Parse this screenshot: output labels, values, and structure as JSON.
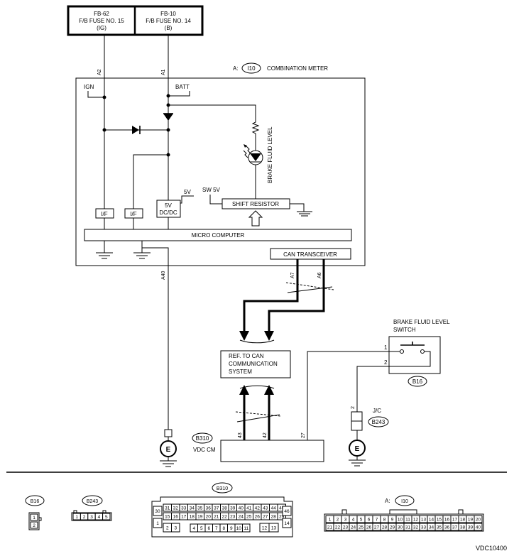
{
  "fuses": {
    "left": {
      "name": "FB-62",
      "desc": "F/B FUSE NO. 15",
      "note": "(IG)"
    },
    "right": {
      "name": "FB-10",
      "desc": "F/B FUSE NO. 14",
      "note": "(B)"
    }
  },
  "meter": {
    "prefix": "A:",
    "connector": "I10",
    "title": "COMBINATION METER"
  },
  "pins": {
    "a2": "A2",
    "a1": "A1",
    "a40": "A40",
    "a7": "A7",
    "a6": "A6",
    "p43": "43",
    "p42": "42",
    "p27": "27",
    "p1": "1",
    "p2": "2",
    "p2jc": "2"
  },
  "labels": {
    "ign": "IGN",
    "batt": "BATT",
    "brake_level": "BRAKE FLUID LEVEL",
    "sw5v": "SW 5V",
    "v5": "5V",
    "dcdc_1": "5V",
    "dcdc_2": "DC/DC",
    "if1": "I/F",
    "if2": "I/F",
    "shift": "SHIFT RESISTOR",
    "micro": "MICRO COMPUTER",
    "can": "CAN TRANSCEIVER",
    "ref_1": "REF. TO CAN",
    "ref_2": "COMMUNICATION",
    "ref_3": "SYSTEM",
    "bfl_1": "BRAKE FLUID LEVEL",
    "bfl_2": "SWITCH",
    "b16": "B16",
    "jc": "J/C",
    "b243": "B243",
    "b310": "B310",
    "vdc": "VDC CM",
    "e": "E"
  },
  "legend": {
    "b16": "B16",
    "b243": "B243",
    "b310": "B310",
    "i10_prefix": "A:",
    "i10": "I10",
    "b16_pins": [
      "1",
      "2"
    ],
    "b243_pins": [
      "1",
      "2",
      "3",
      "4",
      "5"
    ],
    "b310_row1": [
      "31",
      "32",
      "33",
      "34",
      "35",
      "36",
      "37",
      "38",
      "39",
      "40",
      "41",
      "42",
      "43",
      "44",
      "45"
    ],
    "b310_row2": [
      "15",
      "16",
      "17",
      "18",
      "19",
      "20",
      "21",
      "22",
      "23",
      "24",
      "25",
      "26",
      "27",
      "28",
      "29"
    ],
    "b310_row3a": [
      "2",
      "3"
    ],
    "b310_row3b": [
      "4",
      "5",
      "6",
      "7",
      "8",
      "9",
      "10",
      "11"
    ],
    "b310_row3c": [
      "12",
      "13"
    ],
    "b310_left": [
      "30",
      "1"
    ],
    "b310_right": [
      "46",
      "14"
    ],
    "i10_row1": [
      "1",
      "2",
      "3",
      "4",
      "5",
      "6",
      "7",
      "8",
      "9",
      "10",
      "11",
      "12",
      "13",
      "14",
      "15",
      "16",
      "17",
      "18",
      "19",
      "20"
    ],
    "i10_row2": [
      "21",
      "22",
      "23",
      "24",
      "25",
      "26",
      "27",
      "28",
      "29",
      "30",
      "31",
      "32",
      "33",
      "34",
      "35",
      "36",
      "37",
      "38",
      "39",
      "40"
    ]
  },
  "code": "VDC10400"
}
